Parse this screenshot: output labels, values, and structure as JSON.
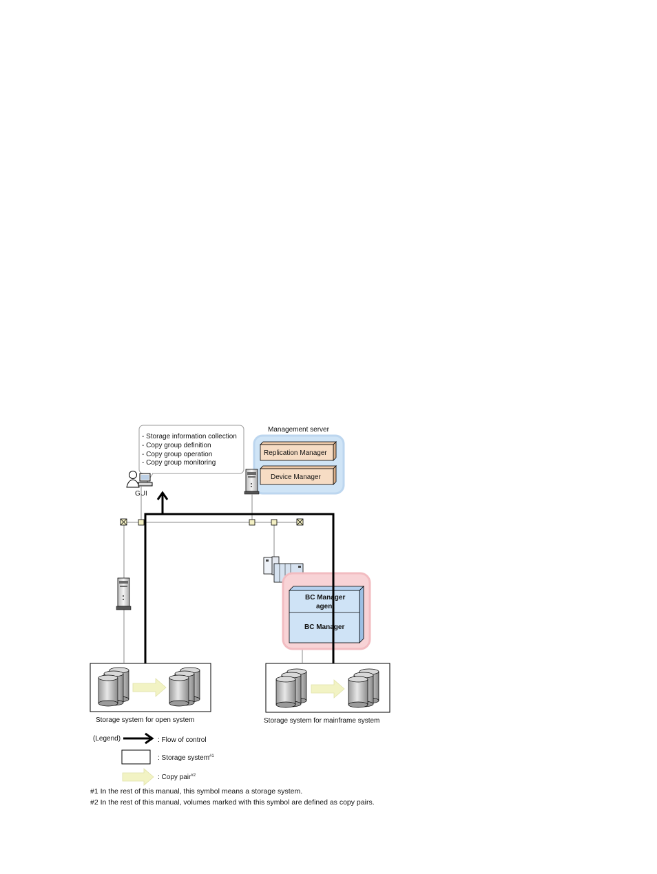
{
  "callout": {
    "lines": [
      "- Storage information collection",
      "- Copy group definition",
      "- Copy group operation",
      "- Copy group monitoring"
    ]
  },
  "gui": {
    "label": "GUI"
  },
  "management_server": {
    "title": "Management server",
    "replication_manager": "Replication Manager",
    "device_manager": "Device Manager"
  },
  "host": {
    "bc_manager_agent_line1": "BC Manager",
    "bc_manager_agent_line2": "agent",
    "bc_manager": "BC Manager"
  },
  "storage": {
    "open_label": "Storage system for open system",
    "mainframe_label": "Storage system for mainframe system"
  },
  "legend": {
    "title": "(Legend)",
    "flow": ": Flow of control",
    "storage": ": Storage system",
    "storage_sup": "#1",
    "copy_pair": ": Copy pair",
    "copy_pair_sup": "#2"
  },
  "footnotes": {
    "n1": "#1 In the rest of this manual, this symbol means a storage system.",
    "n2": "#2 In the rest of this manual, volumes marked with this symbol are defined as copy pairs."
  },
  "colors": {
    "mgmt_halo": "#cfe4f6",
    "host_halo": "#f8d3d6",
    "manager_box": "#f6dcc4",
    "bc_box": "#cfe3f6",
    "copy_arrow": "#f2f3c4",
    "network_node": "#f3efc3"
  }
}
